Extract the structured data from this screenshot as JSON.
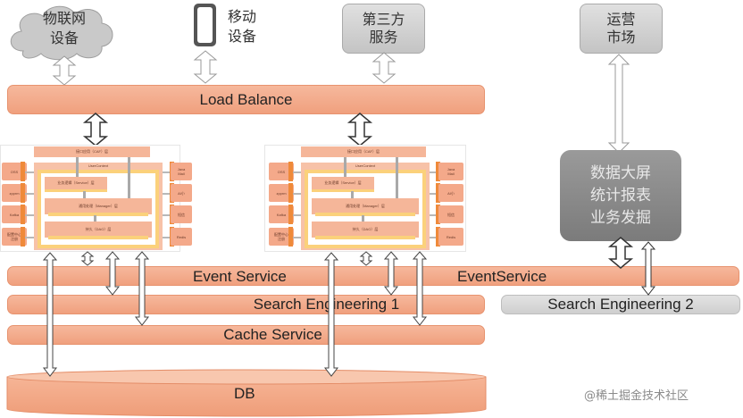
{
  "clients": {
    "iot": "物联网\n设备",
    "mobile": "移动\n设备",
    "third_party": "第三方\n服务",
    "operations": "运营\n市场"
  },
  "bars": {
    "load_balance": "Load Balance",
    "event_service_left": "Event Service",
    "event_service_right": "EventService",
    "search1": "Search Engineering 1",
    "search2": "Search Engineering 2",
    "cache": "Cache Service",
    "db": "DB"
  },
  "analytics_box": "数据大屏\n统计报表\n业务发掘",
  "module": {
    "caf": "接口应用（CAF）层",
    "user_context": "UserContext",
    "service": "业务逻辑（Service）层",
    "manager": "通用处理（Manager）层",
    "dao": "持久（DAO）层",
    "left_deps": [
      "OSS",
      "zpprm",
      "Kafka",
      "配置中心\n注册"
    ],
    "right_deps": [
      "Java\nMail",
      "AI小",
      "短信",
      "Redis"
    ]
  },
  "watermark": "@稀土掘金技术社区",
  "colors": {
    "orange_bar": "#f0a07e",
    "grey_box": "#c4c4c4",
    "dark_grey_box": "#8a8a8a",
    "layer_yellow": "#fbd17b",
    "tab_orange": "#ef8a3a"
  }
}
